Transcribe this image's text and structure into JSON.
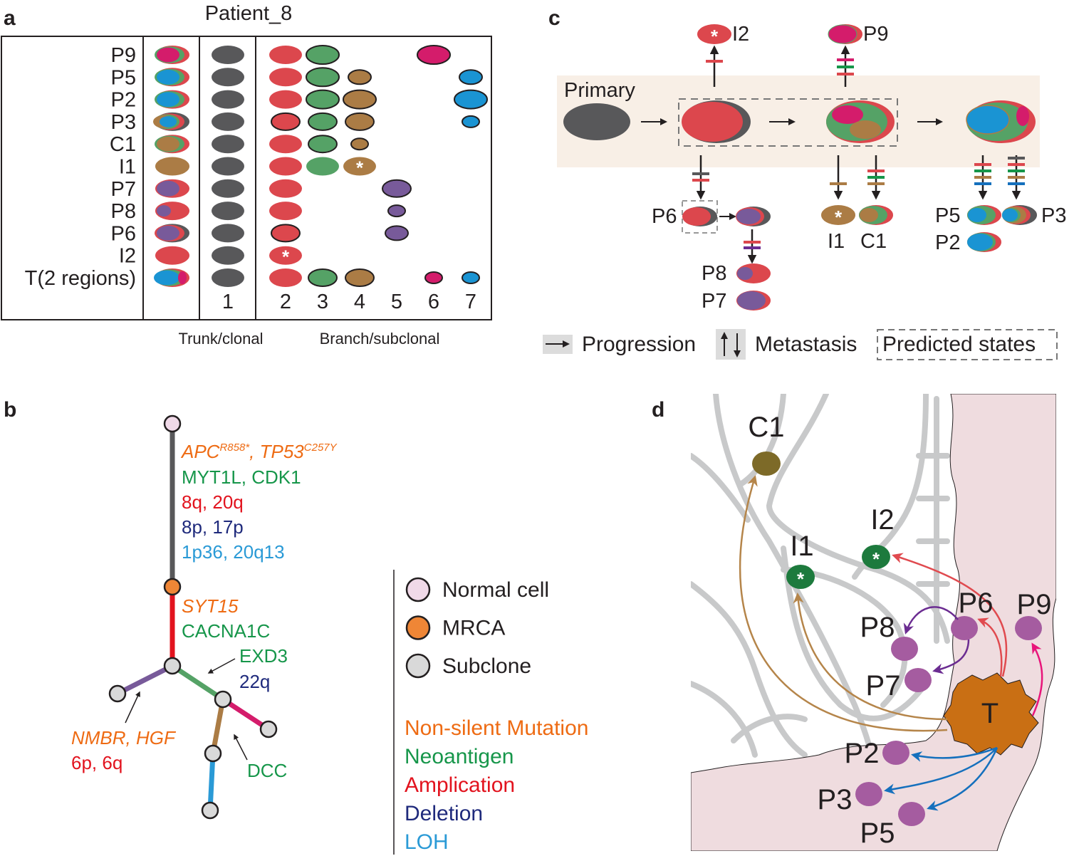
{
  "panel_labels": {
    "a": "a",
    "b": "b",
    "c": "c",
    "d": "d"
  },
  "panel_a": {
    "title": "Patient_8",
    "clone_numbers": [
      "1",
      "2",
      "3",
      "4",
      "5",
      "6",
      "7"
    ],
    "trunk_label": "Trunk/clonal",
    "branch_label": "Branch/subclonal",
    "clone_colors": {
      "1": "#58585a",
      "2": "#dc474d",
      "3": "#55a266",
      "4": "#ab7c45",
      "5": "#785a9a",
      "6": "#d41c6b",
      "7": "#1a94d3"
    },
    "samples": [
      {
        "name": "P9",
        "composition": [
          "2",
          "3",
          "6"
        ],
        "clones": [
          {
            "c": "2"
          },
          {
            "c": "3",
            "o": true
          },
          {
            "c": "6",
            "o": true
          }
        ]
      },
      {
        "name": "P5",
        "composition": [
          "2",
          "3",
          "7"
        ],
        "clones": [
          {
            "c": "2"
          },
          {
            "c": "3",
            "o": true
          },
          {
            "c": "4",
            "o": true,
            "s": "s"
          },
          {
            "c": "7",
            "o": true,
            "s": "s"
          }
        ]
      },
      {
        "name": "P2",
        "composition": [
          "2",
          "3",
          "7"
        ],
        "clones": [
          {
            "c": "2"
          },
          {
            "c": "3",
            "o": true
          },
          {
            "c": "4",
            "o": true
          },
          {
            "c": "7",
            "o": true
          }
        ]
      },
      {
        "name": "P3",
        "composition": [
          "1",
          "2",
          "3",
          "4",
          "7"
        ],
        "clones": [
          {
            "c": "2",
            "o": true,
            "s": "m"
          },
          {
            "c": "3",
            "o": true,
            "s": "m"
          },
          {
            "c": "4",
            "o": true,
            "s": "m"
          },
          {
            "c": "7",
            "o": true,
            "s": "xs"
          }
        ]
      },
      {
        "name": "C1",
        "composition": [
          "2",
          "3",
          "4"
        ],
        "clones": [
          {
            "c": "2"
          },
          {
            "c": "3",
            "o": true,
            "s": "m"
          },
          {
            "c": "4",
            "o": true,
            "s": "xs"
          }
        ]
      },
      {
        "name": "I1",
        "composition": [
          "4"
        ],
        "clones": [
          {
            "c": "2"
          },
          {
            "c": "3"
          },
          {
            "c": "4",
            "star": "*"
          }
        ]
      },
      {
        "name": "P7",
        "composition": [
          "2",
          "5"
        ],
        "clones": [
          {
            "c": "2"
          },
          {
            "c": "5",
            "o": true,
            "s": "m"
          }
        ]
      },
      {
        "name": "P8",
        "composition": [
          "2",
          "5s"
        ],
        "clones": [
          {
            "c": "2"
          },
          {
            "c": "5",
            "o": true,
            "s": "xs"
          }
        ]
      },
      {
        "name": "P6",
        "composition": [
          "1",
          "2",
          "5"
        ],
        "clones": [
          {
            "c": "2",
            "o": true,
            "s": "m"
          },
          {
            "c": "5",
            "o": true,
            "s": "s"
          }
        ]
      },
      {
        "name": "I2",
        "composition": [
          "2"
        ],
        "clones": [
          {
            "c": "2",
            "star": "*"
          }
        ]
      },
      {
        "name": "T(2 regions)",
        "composition": [
          "2",
          "3",
          "7",
          "6i"
        ],
        "clones": [
          {
            "c": "2"
          },
          {
            "c": "3",
            "o": true,
            "s": "m"
          },
          {
            "c": "4",
            "o": true,
            "s": "m"
          },
          {
            "c": "6",
            "o": true,
            "s": "xs"
          },
          {
            "c": "7",
            "o": true,
            "s": "xs"
          }
        ]
      }
    ]
  },
  "panel_b": {
    "trunk": {
      "gene1": "APC",
      "gene1_sup": "R858*",
      "sep": ", ",
      "gene2": "TP53",
      "gene2_sup": "C257Y"
    },
    "trunk_neoantigen": "MYT1L, CDK1",
    "trunk_amplification": "8q, 20q",
    "trunk_deletion": "8p, 17p",
    "trunk_loh": "1p36, 20q13",
    "mrca_mutation": "SYT15",
    "mrca_neoantigen": "CACNA1C",
    "green_branch_neoantigen": "EXD3",
    "green_branch_deletion": "22q",
    "purple_branch_mutation": "NMBR, HGF",
    "purple_branch_amplification": "6p, 6q",
    "brown_branch_neoantigen": "DCC",
    "legend_nodes": [
      {
        "label": "Normal cell",
        "color": "#f0d9e8"
      },
      {
        "label": "MRCA",
        "color": "#ef8636"
      },
      {
        "label": "Subclone",
        "color": "#d9d9d9"
      }
    ],
    "legend_categories": [
      {
        "label": "Non-silent Mutation",
        "color": "#ee6b13"
      },
      {
        "label": "Neoantigen",
        "color": "#16964a"
      },
      {
        "label": "Amplication",
        "color": "#e2131e"
      },
      {
        "label": "Deletion",
        "color": "#1f2a7c"
      },
      {
        "label": "LOH",
        "color": "#2a9ad6"
      }
    ]
  },
  "panel_c": {
    "primary_label": "Primary",
    "samples": {
      "I2": "I2",
      "P9": "P9",
      "P6": "P6",
      "P8": "P8",
      "P7": "P7",
      "I1": "I1",
      "C1": "C1",
      "P5": "P5",
      "P3": "P3",
      "P2": "P2"
    },
    "star": "*",
    "legend": {
      "progression": "Progression",
      "metastasis": "Metastasis",
      "predicted": "Predicted states"
    }
  },
  "panel_d": {
    "labels": {
      "C1": "C1",
      "I1": "I1",
      "I2": "I2",
      "P6": "P6",
      "P9": "P9",
      "P8": "P8",
      "P7": "P7",
      "T": "T",
      "P2": "P2",
      "P3": "P3",
      "P5": "P5"
    },
    "star": "*",
    "colors": {
      "tumor": "#c96f14",
      "peritoneal": "#a55ca0",
      "lymph_node": "#1d7a3d",
      "liver_node": "#7d6a28",
      "colon": "#efdcdf",
      "vessel": "#c8c9ca"
    }
  }
}
